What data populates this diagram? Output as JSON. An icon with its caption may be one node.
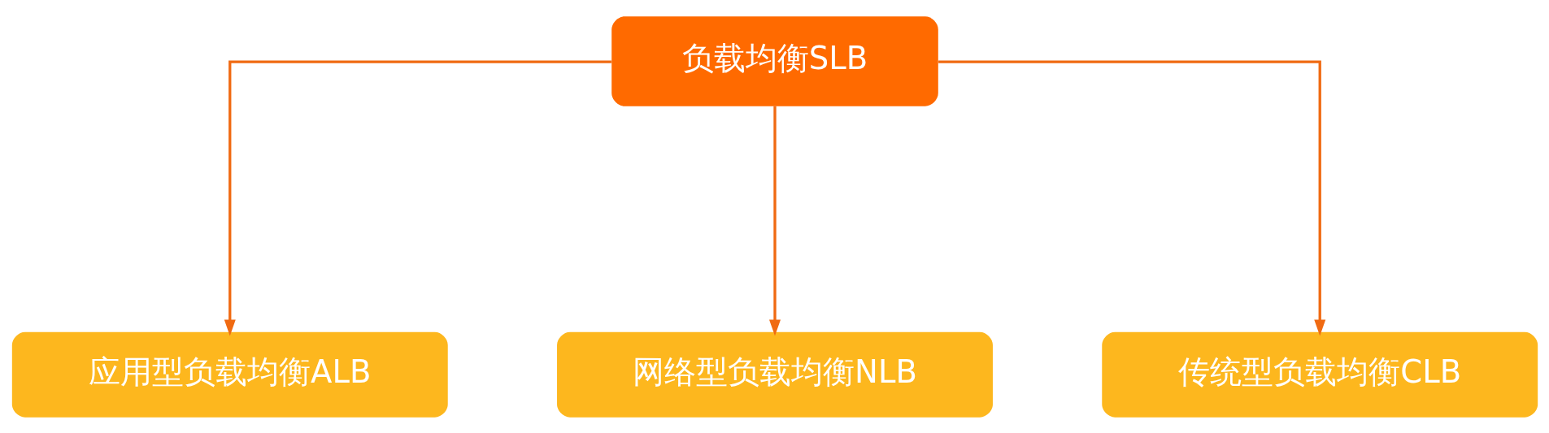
{
  "diagram": {
    "nodes": [
      {
        "text": [
          "负载均衡SLB"
        ]
      },
      {
        "text": [
          "应用型负载均衡ALB"
        ]
      },
      {
        "text": [
          "网络型负载均衡NLB"
        ]
      },
      {
        "text": [
          "传统型负载均衡CLB"
        ]
      }
    ],
    "edges": [
      {
        "from": 0,
        "to": 1,
        "arrow": "to"
      },
      {
        "from": 0,
        "to": 2,
        "arrow": "to"
      },
      {
        "from": 0,
        "to": 3,
        "arrow": "to"
      }
    ]
  }
}
